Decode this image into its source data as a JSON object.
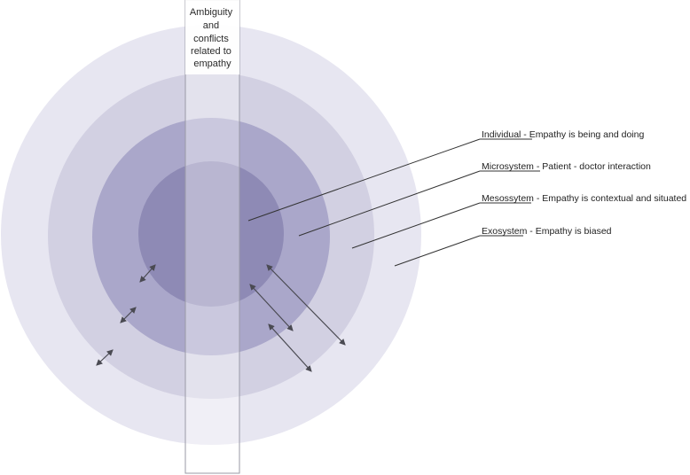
{
  "diagram": {
    "banner_lines": [
      "Ambiguity",
      "and",
      "conflicts",
      "related to",
      "empathy"
    ],
    "levels": [
      {
        "key": "exosystem",
        "name": "Exosystem",
        "description": "Empathy is biased",
        "fill": "#e7e6f1"
      },
      {
        "key": "mesosystem",
        "name": "Mesossytem",
        "description": "Empathy is contextual and situated",
        "fill": "#d2d0e2"
      },
      {
        "key": "microsystem",
        "name": "Microsystem",
        "description": "Patient - doctor interaction",
        "fill": "#aaa7ca"
      },
      {
        "key": "individual",
        "name": "Individual",
        "description": "Empathy is being and doing",
        "fill": "#8e8ab5"
      }
    ],
    "separator": " - ",
    "colors": {
      "strip_fill": "#ffffff",
      "strip_stroke": "#9a9aa6",
      "arrow": "#4a4a52",
      "leader": "#333333"
    }
  }
}
